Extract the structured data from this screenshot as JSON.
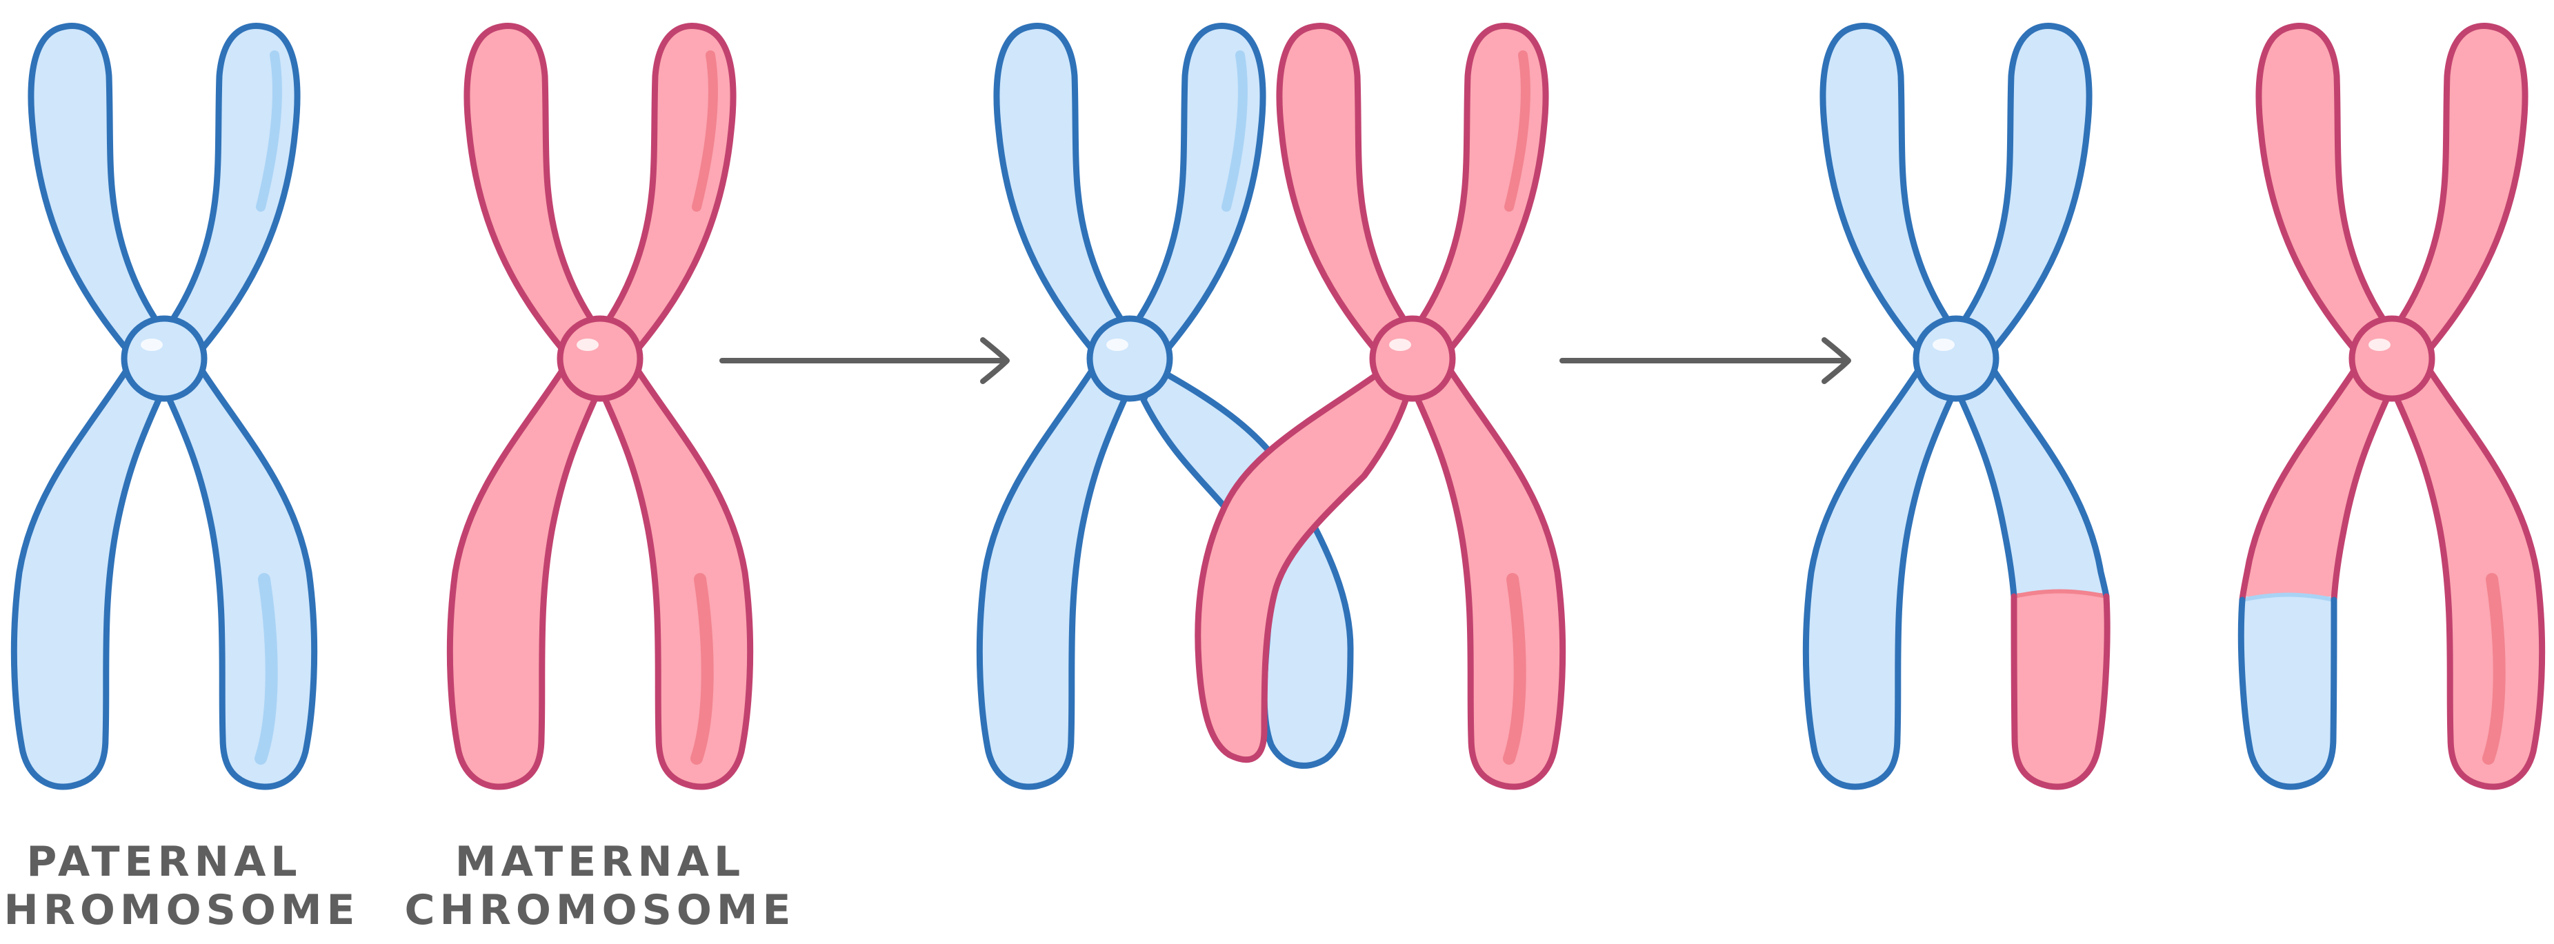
{
  "labels": {
    "paternal_line1": "PATERNAL",
    "paternal_line2": "CHROMOSOME",
    "maternal_line1": "MATERNAL",
    "maternal_line2": "CHROMOSOME"
  },
  "colors": {
    "paternal_fill": "#cfe6fb",
    "paternal_shade": "#a9d3f5",
    "paternal_stroke": "#2f72b8",
    "maternal_fill": "#fda8b4",
    "maternal_shade": "#f2838f",
    "maternal_stroke": "#c2426f",
    "arrow": "#5f5f5f",
    "label": "#5f5f5f"
  },
  "diagram": {
    "stages": [
      "homologous pair",
      "crossing over",
      "recombinant chromosomes"
    ],
    "icons": [
      "chromosome-icon",
      "arrow-right-icon"
    ]
  }
}
